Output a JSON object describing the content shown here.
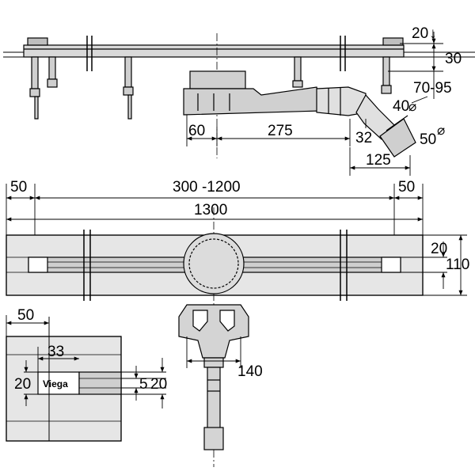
{
  "side_view": {
    "dims": {
      "top_gap": "20",
      "height": "30",
      "height_range": "70-95",
      "pipe_d1": "40",
      "pipe_d2": "50",
      "offset_left": "60",
      "length_center": "275",
      "pipe_rise": "32",
      "pipe_run": "125"
    },
    "diameter_symbol": "⌀",
    "arrow_down": "↓"
  },
  "plan_view": {
    "dims": {
      "end_left": "50",
      "channel_range": "300 -1200",
      "end_right": "50",
      "overall": "1300",
      "slot_width": "20",
      "total_width": "110",
      "trap_width": "140"
    }
  },
  "detail_view": {
    "dims": {
      "edge": "50",
      "inset": "33",
      "label_height": "20",
      "slot": "5",
      "band": "20"
    },
    "brand": "Viega"
  }
}
